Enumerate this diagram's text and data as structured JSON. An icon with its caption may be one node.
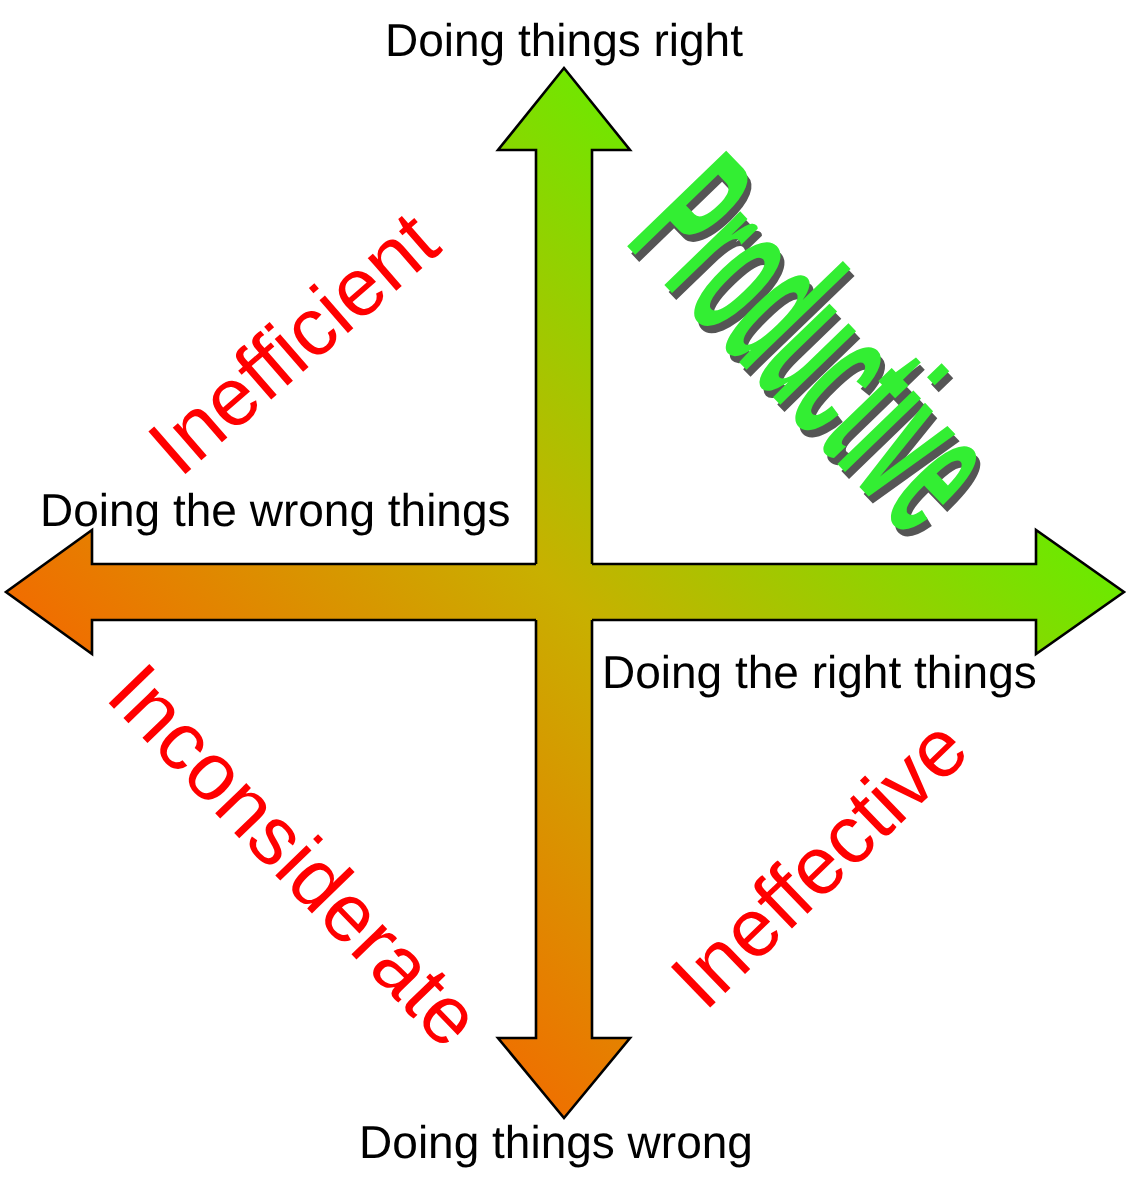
{
  "diagram": {
    "labels": [
      "Doing things right",
      "Inefficient",
      "Productive",
      "Doing the wrong things",
      "Doing the right things",
      "Inconsiderate",
      "Ineffective",
      "Doing things wrong"
    ]
  }
}
